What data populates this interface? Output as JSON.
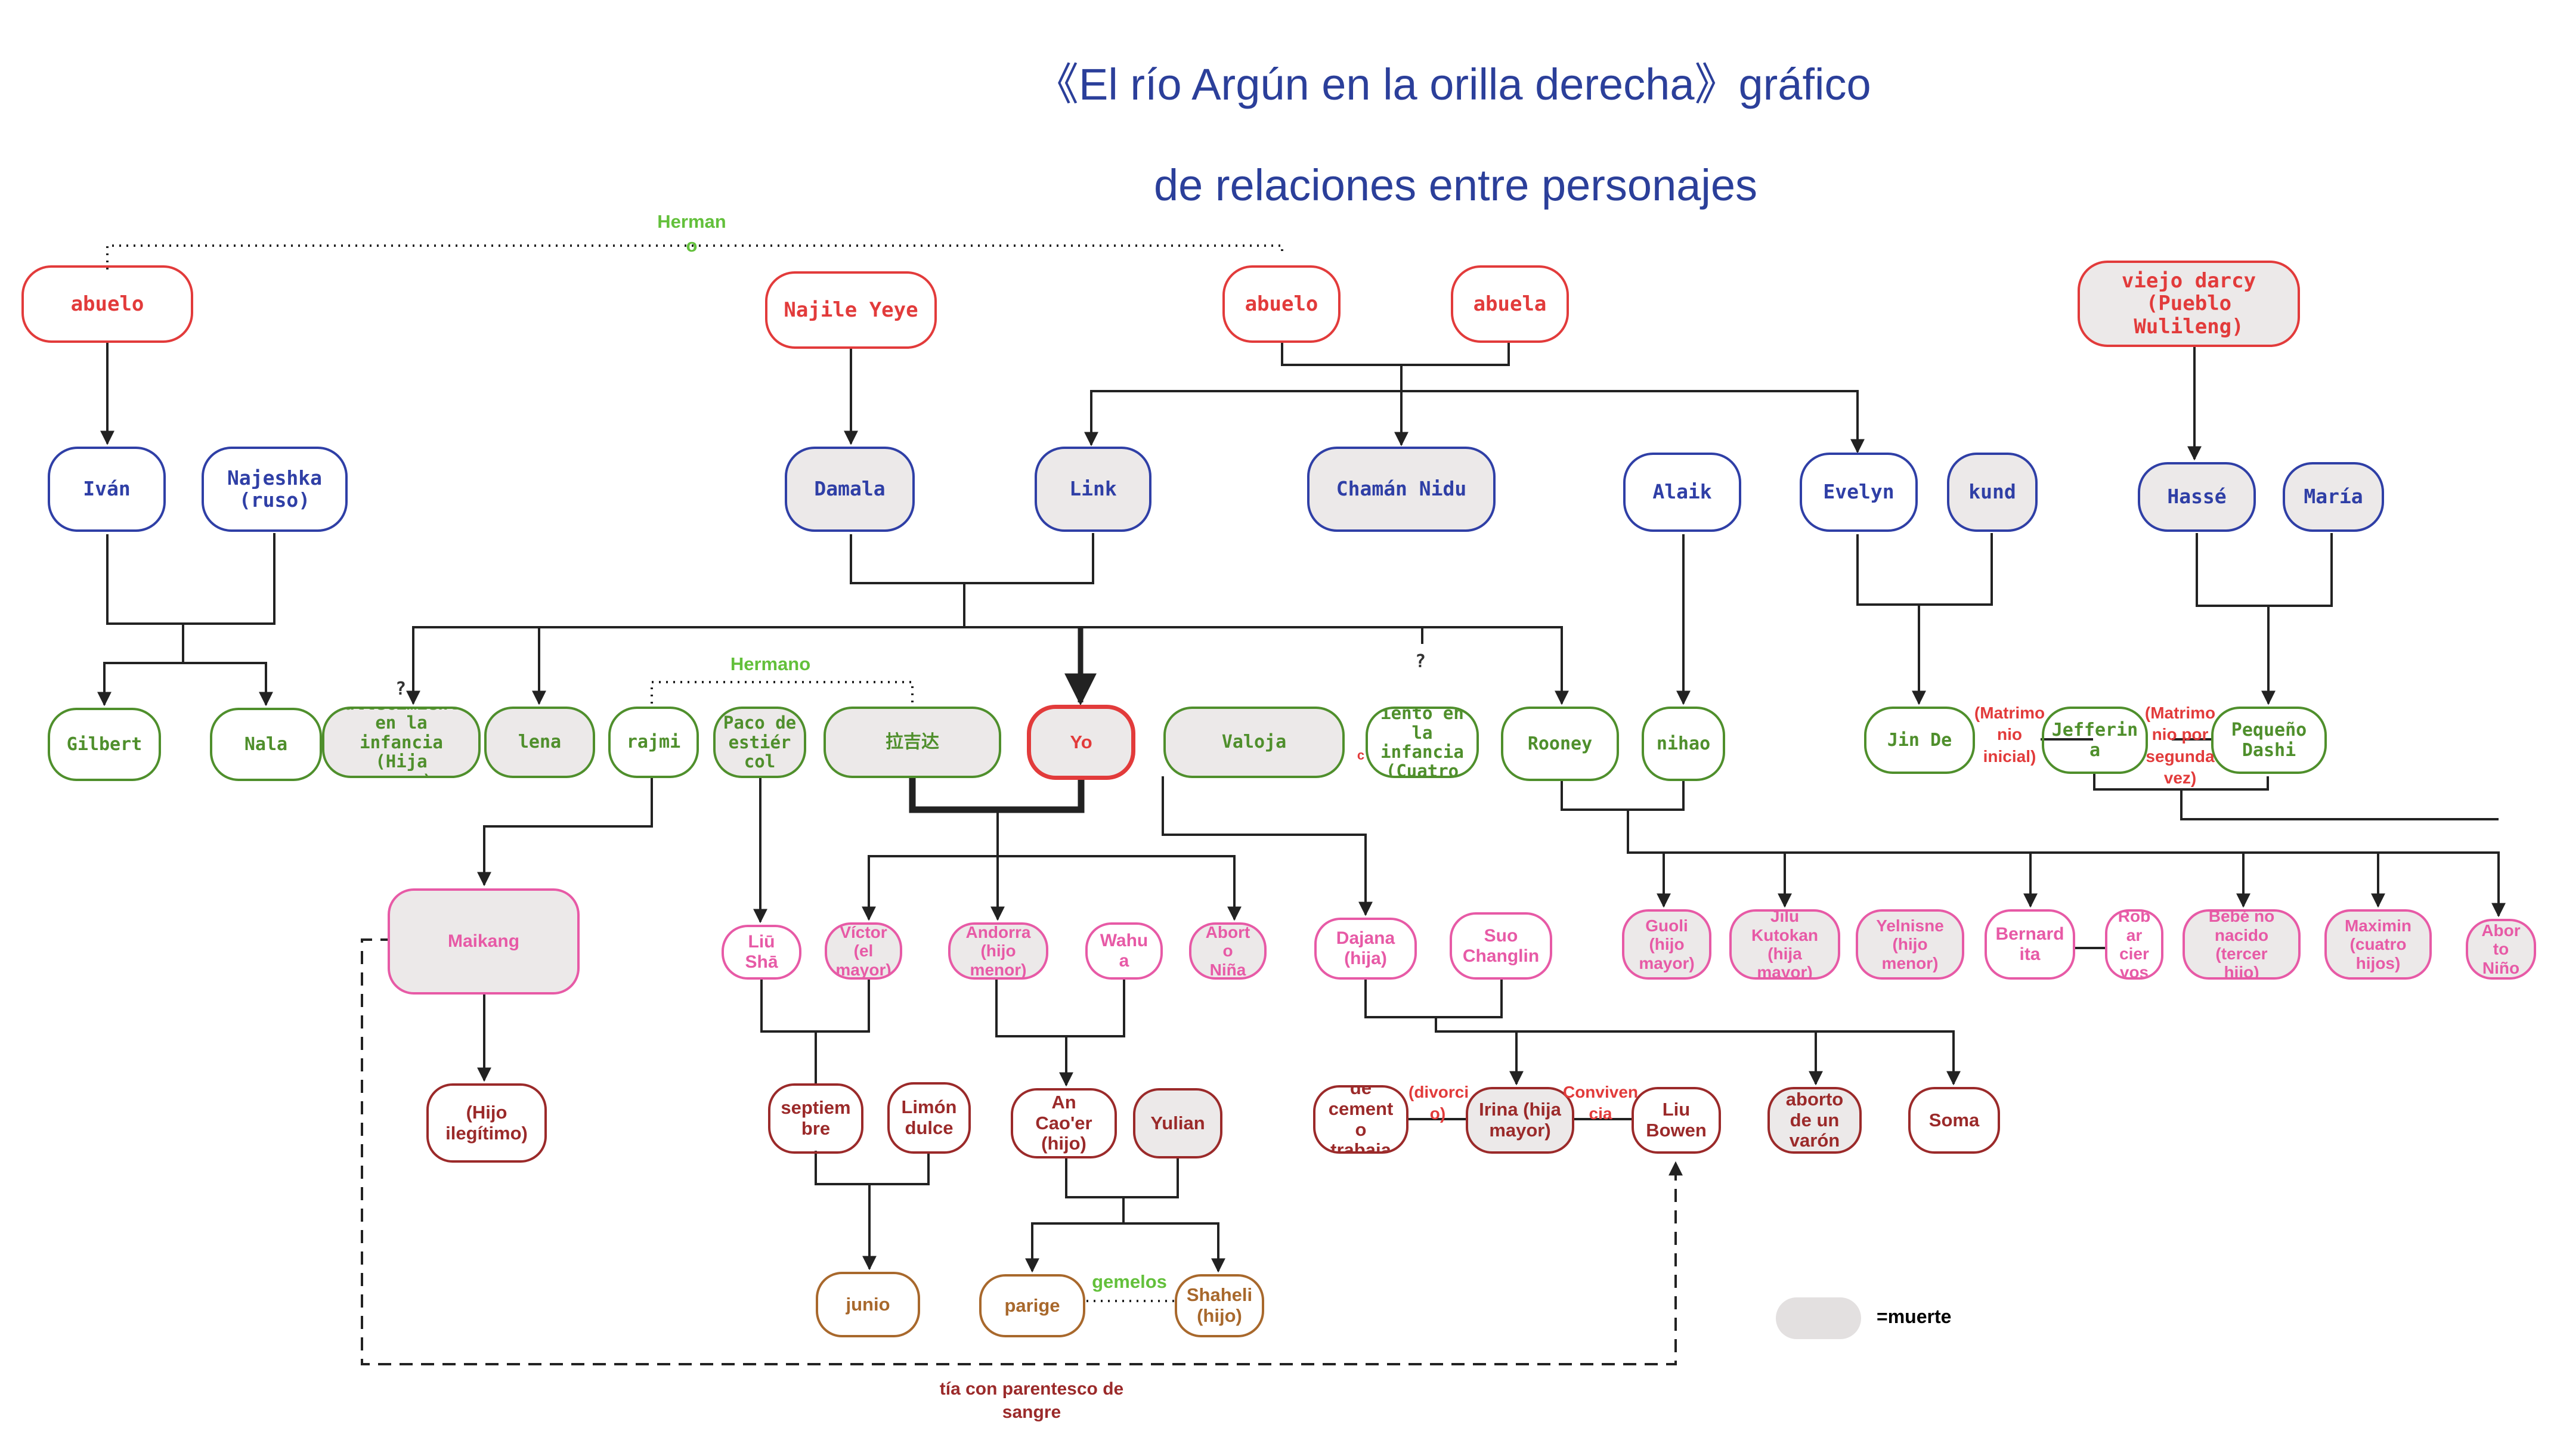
{
  "title": {
    "line1": "《El río Argún en la orilla derecha》gráfico",
    "line2": "de relaciones entre personajes"
  },
  "nodes": {
    "abuelo_left": "abuelo",
    "najile_yeye": "Najile Yeye",
    "abuelo_mid": "abuelo",
    "abuela": "abuela",
    "viejo_darcy": "viejo darcy\n(Pueblo\nWulileng)",
    "ivan": "Iván",
    "najeshka": "Najeshka\n(ruso)",
    "damala": "Damala",
    "link": "Link",
    "chaman_nidu": "Chamán Nidu",
    "alaik": "Alaik",
    "evelyn": "Evelyn",
    "kund": "kund",
    "hasse": "Hassé",
    "maria": "María",
    "gilbert": "Gilbert",
    "nala": "Nala",
    "fallecimiento_hija": "Fallecimiento\nen la\ninfancia\n(Hija\nmayor)",
    "lena": "lena",
    "rajmi": "rajmi",
    "paco": "Paco de\nestiér\ncol",
    "lajida": "拉吉达",
    "yo": "Yo",
    "valoja": "Valoja",
    "fallecimiento_cuatro": "Fallecim\niento en\nla\ninfancia\n(Cuatro\nhijas)",
    "rooney": "Rooney",
    "nihao": "nihao",
    "jin_de": "Jin De",
    "jefferina": "Jefferin\na",
    "pequeno_dashi": "Pequeño\nDashi",
    "maikang": "Maikang",
    "liu_sha": "Liū\nShā",
    "victor": "Víctor\n(el\nmayor)",
    "andorra": "Andorra\n(hijo\nmenor)",
    "wahua": "Wahu\na",
    "aborto_nina": "Abort\no\nNiña",
    "dajana": "Dajana\n(hija)",
    "suo_changlin": "Suo\nChanglin",
    "guoli": "Guoli\n(hijo\nmayor)",
    "jilu_kutokan": "Jilu\nKutokan\n(hija\nmayor)",
    "yelnisne": "Yelnisne\n(hijo\nmenor)",
    "bernardita": "Bernard\nita",
    "robarciervos": "Rob\nar\ncier\nvos",
    "bebe_no_nacido": "Bebé no\nnacido\n(tercer\nhijo)",
    "maximin": "Maximin\n(cuatro\nhijos)",
    "aborto_nino": "Abor\nto\nNiño",
    "hijo_ilegitimo": "(Hijo\nilegítimo)",
    "septiembre": "septiem\nbre",
    "limon_dulce": "Limón\ndulce",
    "an_caoer": "An\nCao'er\n(hijo)",
    "yulian": "Yulian",
    "irina": "Irina (hija\nmayor)",
    "liu_bowen": "Liu\nBowen",
    "aborto_varon": "aborto\nde un\nvarón",
    "soma": "Soma",
    "fabrica": "fábrica\nde\ncement\no\ntrabaja\ndores",
    "junio": "junio",
    "parige": "parige",
    "shaheli": "Shaheli\n(hijo)"
  },
  "labels": {
    "hermano_top": "Herman\no",
    "hermano_mid": "Hermano",
    "q_left": "?",
    "q_right": "?",
    "matrimonio_inicial": "(Matrimo\nnio\ninicial)",
    "matrimonio_segunda": "(Matrimo\nnio por\nsegunda\nvez)",
    "divorcio": "(divorci\no)",
    "convivencia": "Conviven\ncia",
    "gemelos": "gemelos",
    "tia": "tía con parentesco de\nsangre",
    "stray_c": "c"
  },
  "legend": {
    "label": "=muerte"
  },
  "colors": {
    "grandparents": "#e23b3b",
    "parents": "#2f3fa6",
    "siblings": "#4f8f2c",
    "children": "#e75aa6",
    "grandchildren": "#9b2a2a",
    "great_grandchildren": "#a8682c",
    "deceased_fill": "#ece9e9",
    "title": "#2b3f9a"
  }
}
